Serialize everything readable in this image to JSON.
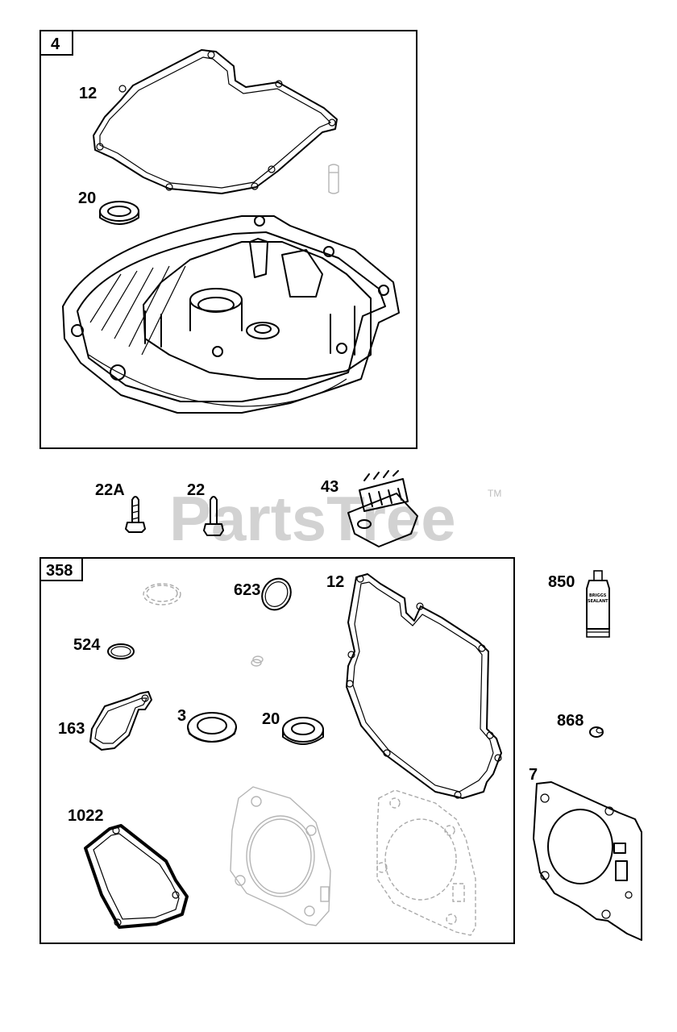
{
  "watermark": {
    "text": "PartsTree",
    "trademark": "TM"
  },
  "kits": [
    {
      "id": "kit-4",
      "label": "4"
    },
    {
      "id": "kit-358",
      "label": "358"
    }
  ],
  "callouts": {
    "c12_top": "12",
    "c20_top": "20",
    "c22A": "22A",
    "c22": "22",
    "c43": "43",
    "c623": "623",
    "c12_kit": "12",
    "c850": "850",
    "c524": "524",
    "c163": "163",
    "c3": "3",
    "c20_kit": "20",
    "c868": "868",
    "c7": "7",
    "c1022": "1022"
  },
  "sealant_tube": {
    "line1": "BRIGGS",
    "line2": "SEALANT"
  }
}
